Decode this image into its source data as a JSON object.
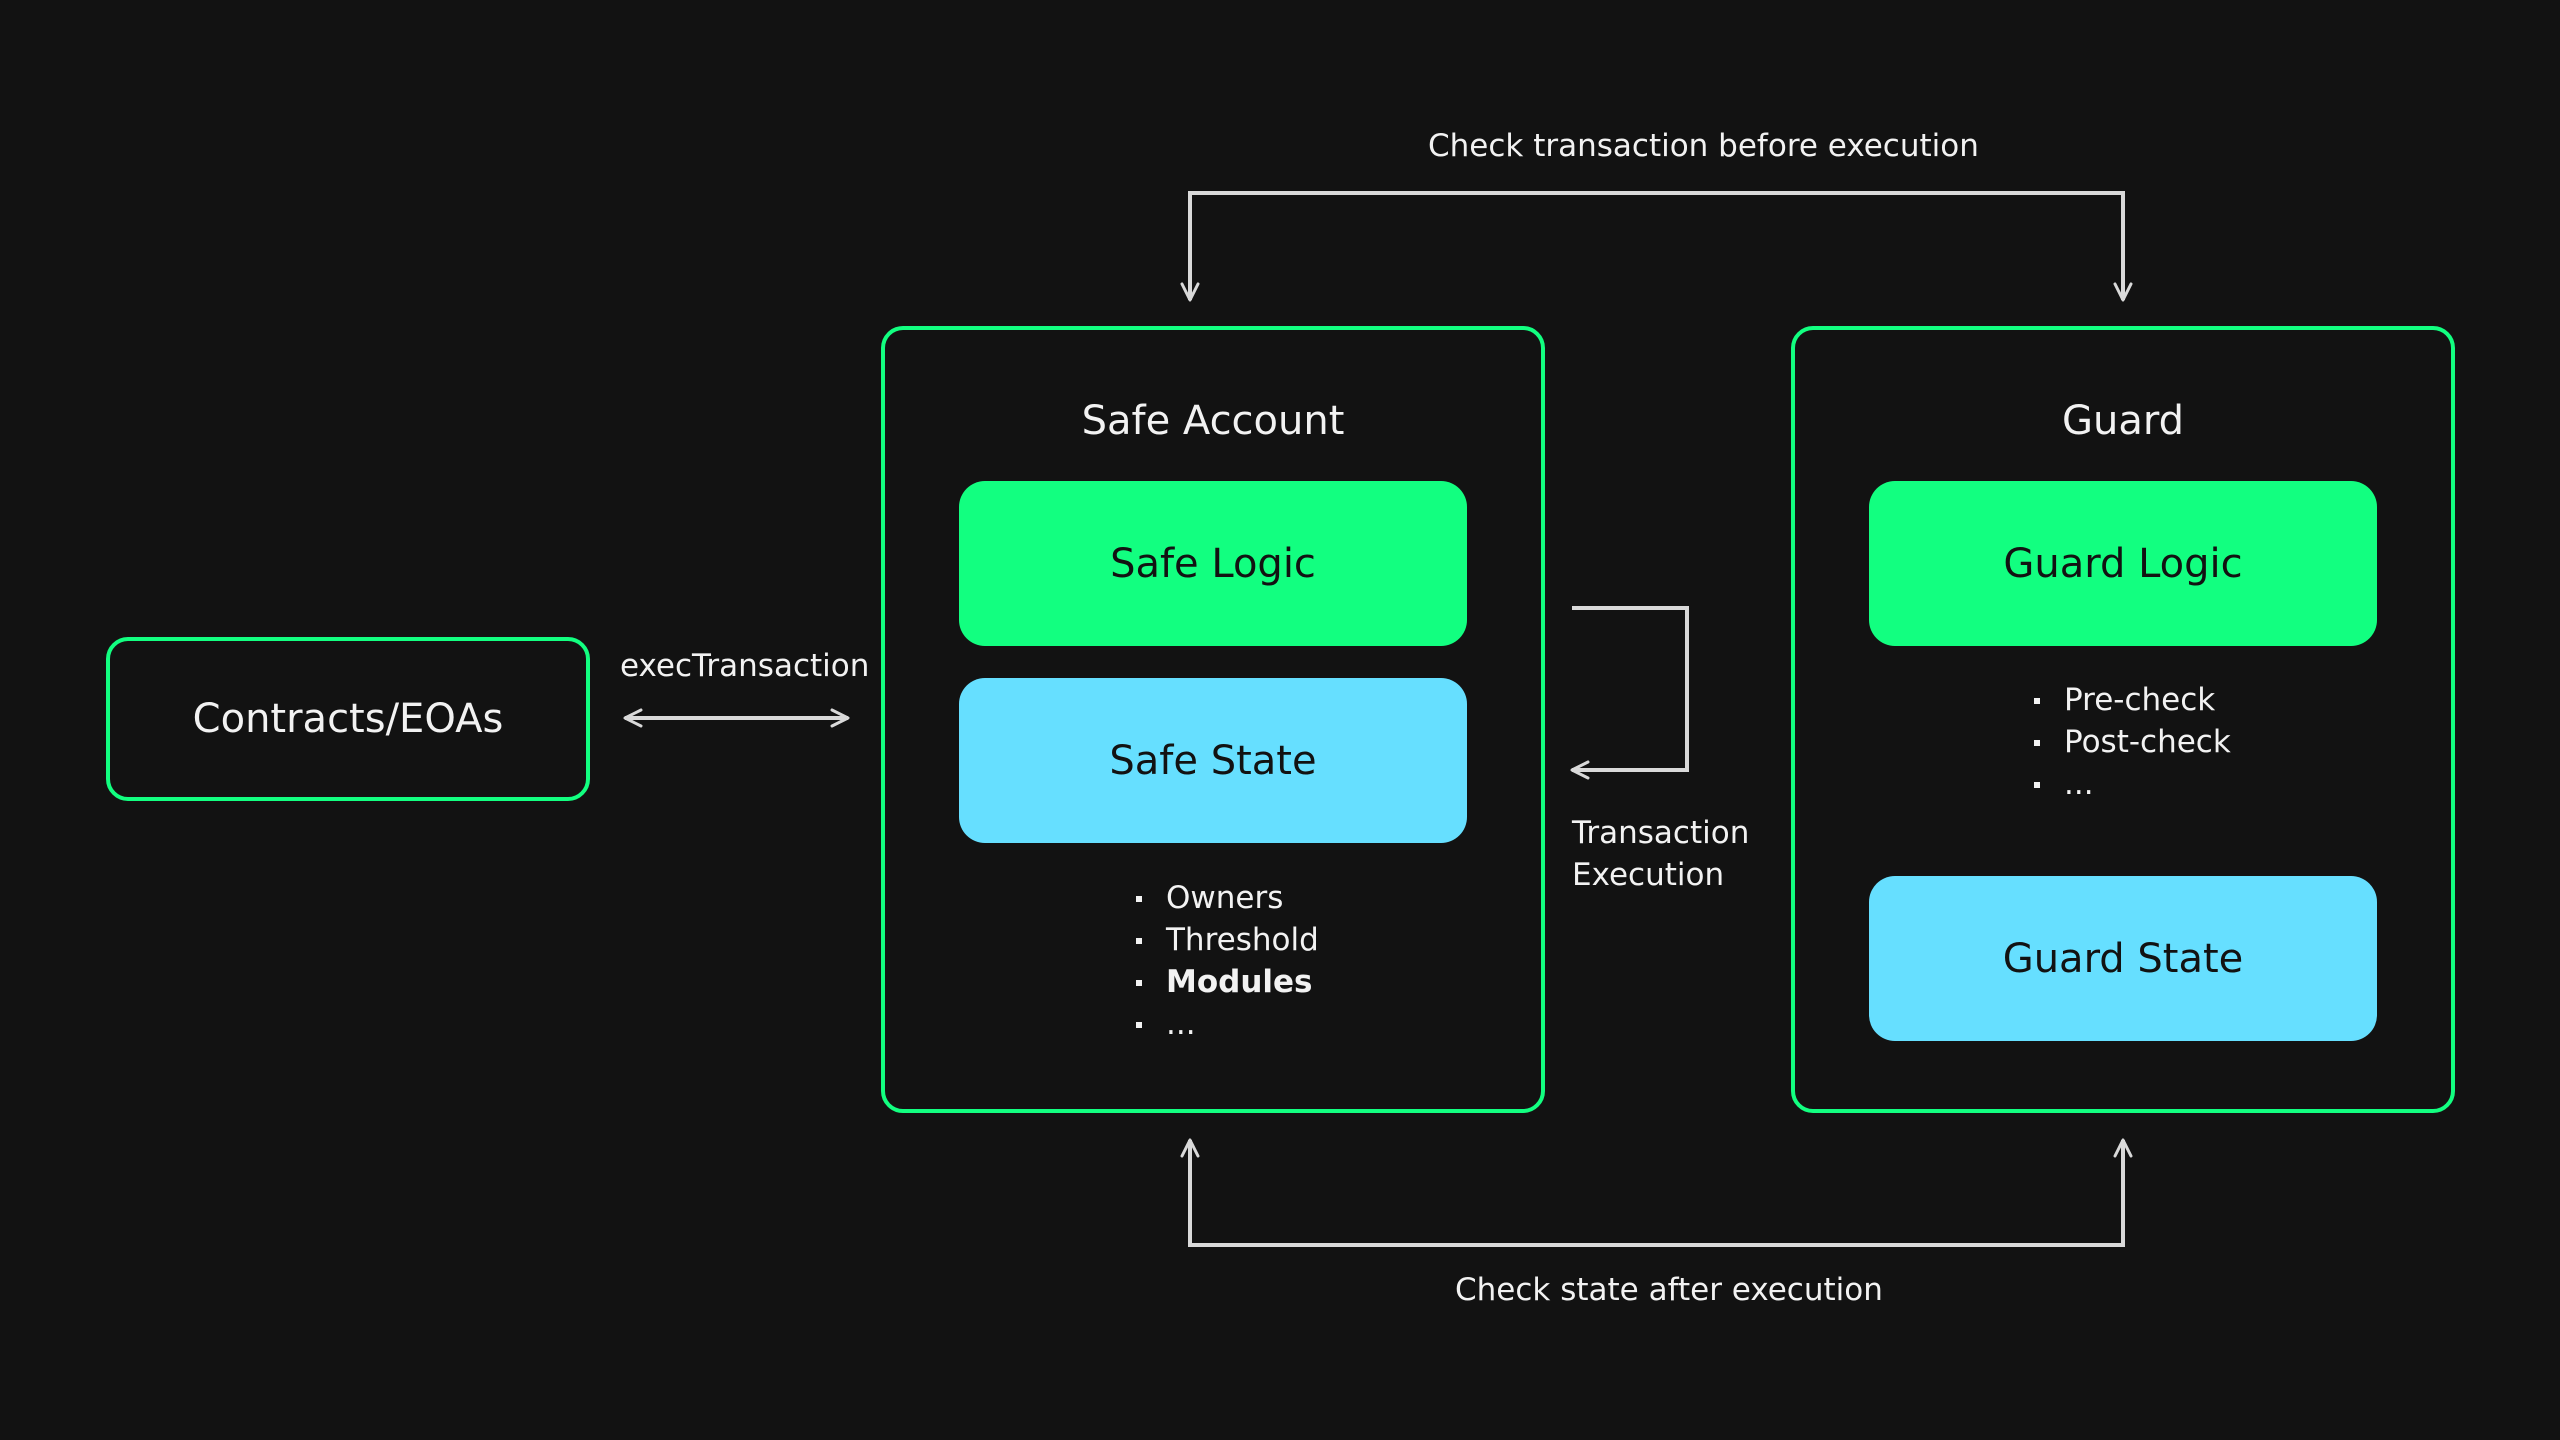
{
  "labels": {
    "top": "Check transaction before execution",
    "bottom": "Check state after execution",
    "exec": "execTransaction",
    "transaction_execution": [
      "Transaction",
      "Execution"
    ]
  },
  "contracts": {
    "label": "Contracts/EOAs"
  },
  "safe_account": {
    "title": "Safe Account",
    "logic": "Safe Logic",
    "state": "Safe State",
    "state_items": [
      {
        "text": "Owners",
        "bold": false
      },
      {
        "text": "Threshold",
        "bold": false
      },
      {
        "text": "Modules",
        "bold": true
      },
      {
        "text": "...",
        "bold": false
      }
    ]
  },
  "guard": {
    "title": "Guard",
    "logic": "Guard Logic",
    "logic_items": [
      "Pre-check",
      "Post-check",
      "..."
    ],
    "state": "Guard State"
  },
  "colors": {
    "background": "#121212",
    "accent_green": "#12ff80",
    "accent_blue": "#66dfff",
    "text": "#f2f2f2",
    "connector": "#d9d9d9"
  }
}
